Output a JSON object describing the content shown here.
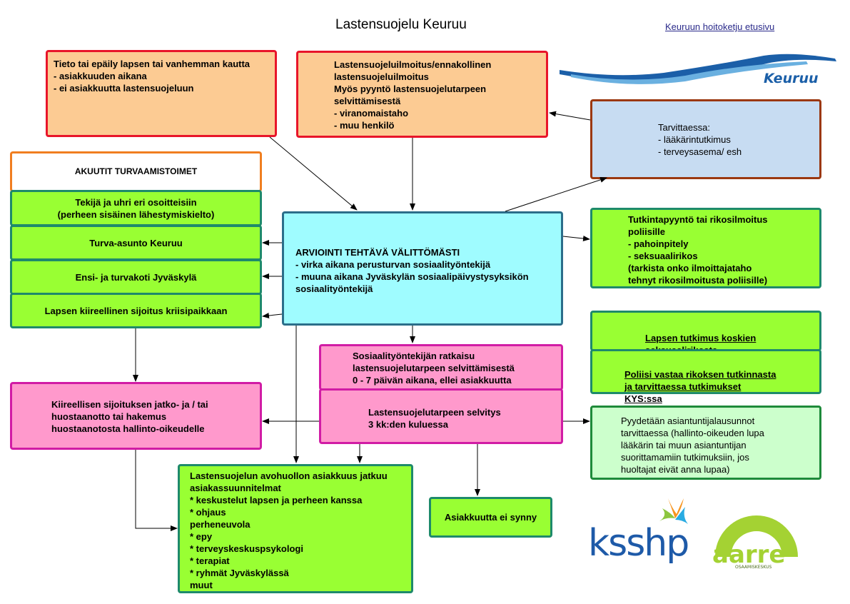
{
  "page": {
    "title": "Lastensuojelu Keuruu",
    "home_link": "Keuruun hoitoketju etusivu"
  },
  "logos": {
    "keuruu": "Keuruu",
    "ksshp": "ksshp",
    "aarre": "aarre",
    "aarre_sub": "OSAAMISKESKUS"
  },
  "boxes": {
    "tieto": "Tieto tai epäily lapsen tai vanhemman kautta\n- asiakkuuden aikana\n- ei asiakkuutta lastensuojeluun",
    "ilmoitus": "Lastensuojeluilmoitus/ennakollinen\nlastensuojeluilmoitus\nMyös pyyntö lastensuojelutarpeen\nselvittämisestä\n- viranomaistaho\n- muu henkilö",
    "tarvittaessa": "Tarvittaessa:\n- lääkärintutkimus\n- terveysasema/ esh",
    "akuutit": "AKUUTIT TURVAAMISTOIMET",
    "tekija": "Tekijä ja uhri eri osoitteisiin\n(perheen sisäinen lähestymiskielto)",
    "turva": "Turva-asunto Keuruu",
    "ensi": "Ensi- ja turvakoti Jyväskylä",
    "kiireellinen": "Lapsen kiireellinen sijoitus kriisipaikkaan",
    "arviointi": "ARVIOINTI TEHTÄVÄ VÄLITTÖMÄSTI\n- virka aikana perusturvan sosiaalityöntekijä\n- muuna aikana Jyväskylän sosiaalipäivystysyksikön\nsosiaalityöntekijä",
    "tutkinta": "Tutkintapyyntö tai rikosilmoitus\npoliisille\n- pahoinpitely\n- seksuaalirikos\n (tarkista onko ilmoittajataho\n tehnyt rikosilmoitusta poliisille)",
    "tutkimus": "Lapsen tutkimus koskien\nseksuaalirikosta",
    "poliisi": "Poliisi vastaa rikoksen tutkinnasta\nja tarvittaessa tutkimukset\nKYS:ssa",
    "ratkaisu": "Sosiaalityöntekijän ratkaisu\nlastensuojelutarpeen selvittämisestä\n0 - 7 päivän aikana, ellei asiakkuutta",
    "selvitys": "Lastensuojelutarpeen selvitys\n3 kk:den kuluessa",
    "jatko": "Kiireellisen sijoituksen jatko- ja / tai\nhuostaanotto tai hakemus\nhuostaanotosta hallinto-oikeudelle",
    "lausunnot": "Pyydetään asiantuntijalausunnot\ntarvittaessa (hallinto-oikeuden lupa\nlääkärin tai muun asiantuntijan\nsuorittamamiin tutkimuksiin, jos\nhuoltajat eivät anna lupaa)",
    "avohuolto": "Lastensuojelun avohuollon asiakkuus jatkuu\nasiakassuunnitelmat\n* keskustelut lapsen ja perheen kanssa\n* ohjaus\nperheneuvola\n* epy\n* terveyskeskuspsykologi\n* terapiat\n* ryhmät Jyväskylässä\nmuut",
    "ei_synny": "Asiakkuutta ei synny"
  },
  "colors": {
    "arrow": "#000000",
    "keuruu_blue": "#1b5fa8",
    "ksshp_blue": "#1e5aa8",
    "aarre_green": "#a4d233"
  }
}
